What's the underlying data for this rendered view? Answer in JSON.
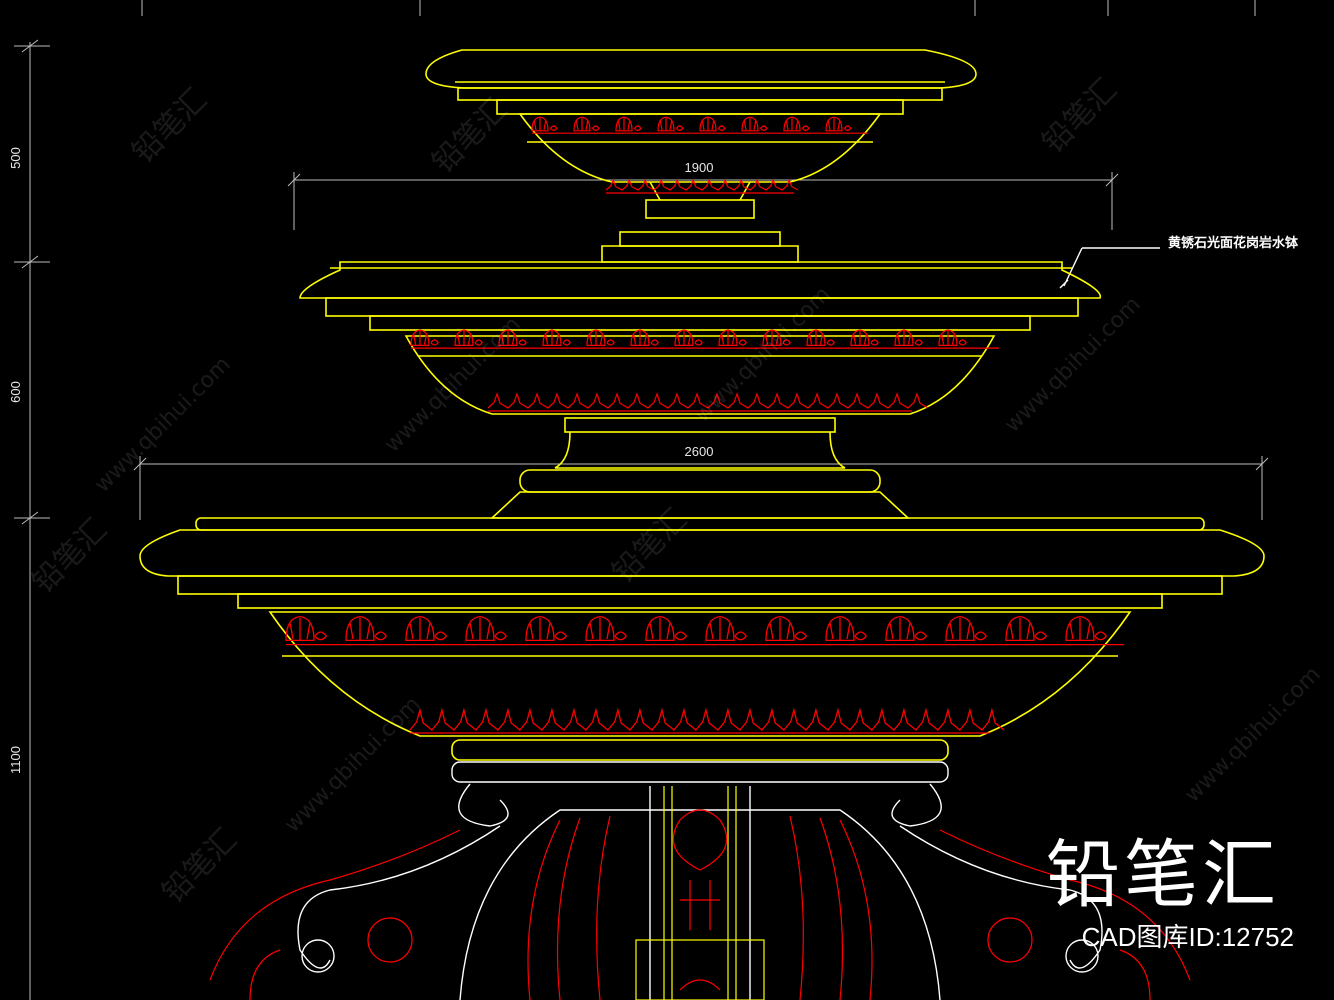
{
  "drawing": {
    "line_color": "#ffff00",
    "ornament_color": "#ff0000",
    "detail_color": "#ffffff",
    "dim_color": "#cccccc",
    "background": "#000000"
  },
  "dimensions": {
    "vertical": [
      "500",
      "600",
      "1100"
    ],
    "width_middle": "1900",
    "width_bottom": "2600"
  },
  "callout": {
    "label": "黄锈石光面花岗岩水钵"
  },
  "watermark": {
    "brand": "铅笔汇",
    "site": "www.qbihui.com"
  },
  "logo": {
    "brand": "铅笔汇",
    "id_label": "CAD图库ID:12752"
  }
}
